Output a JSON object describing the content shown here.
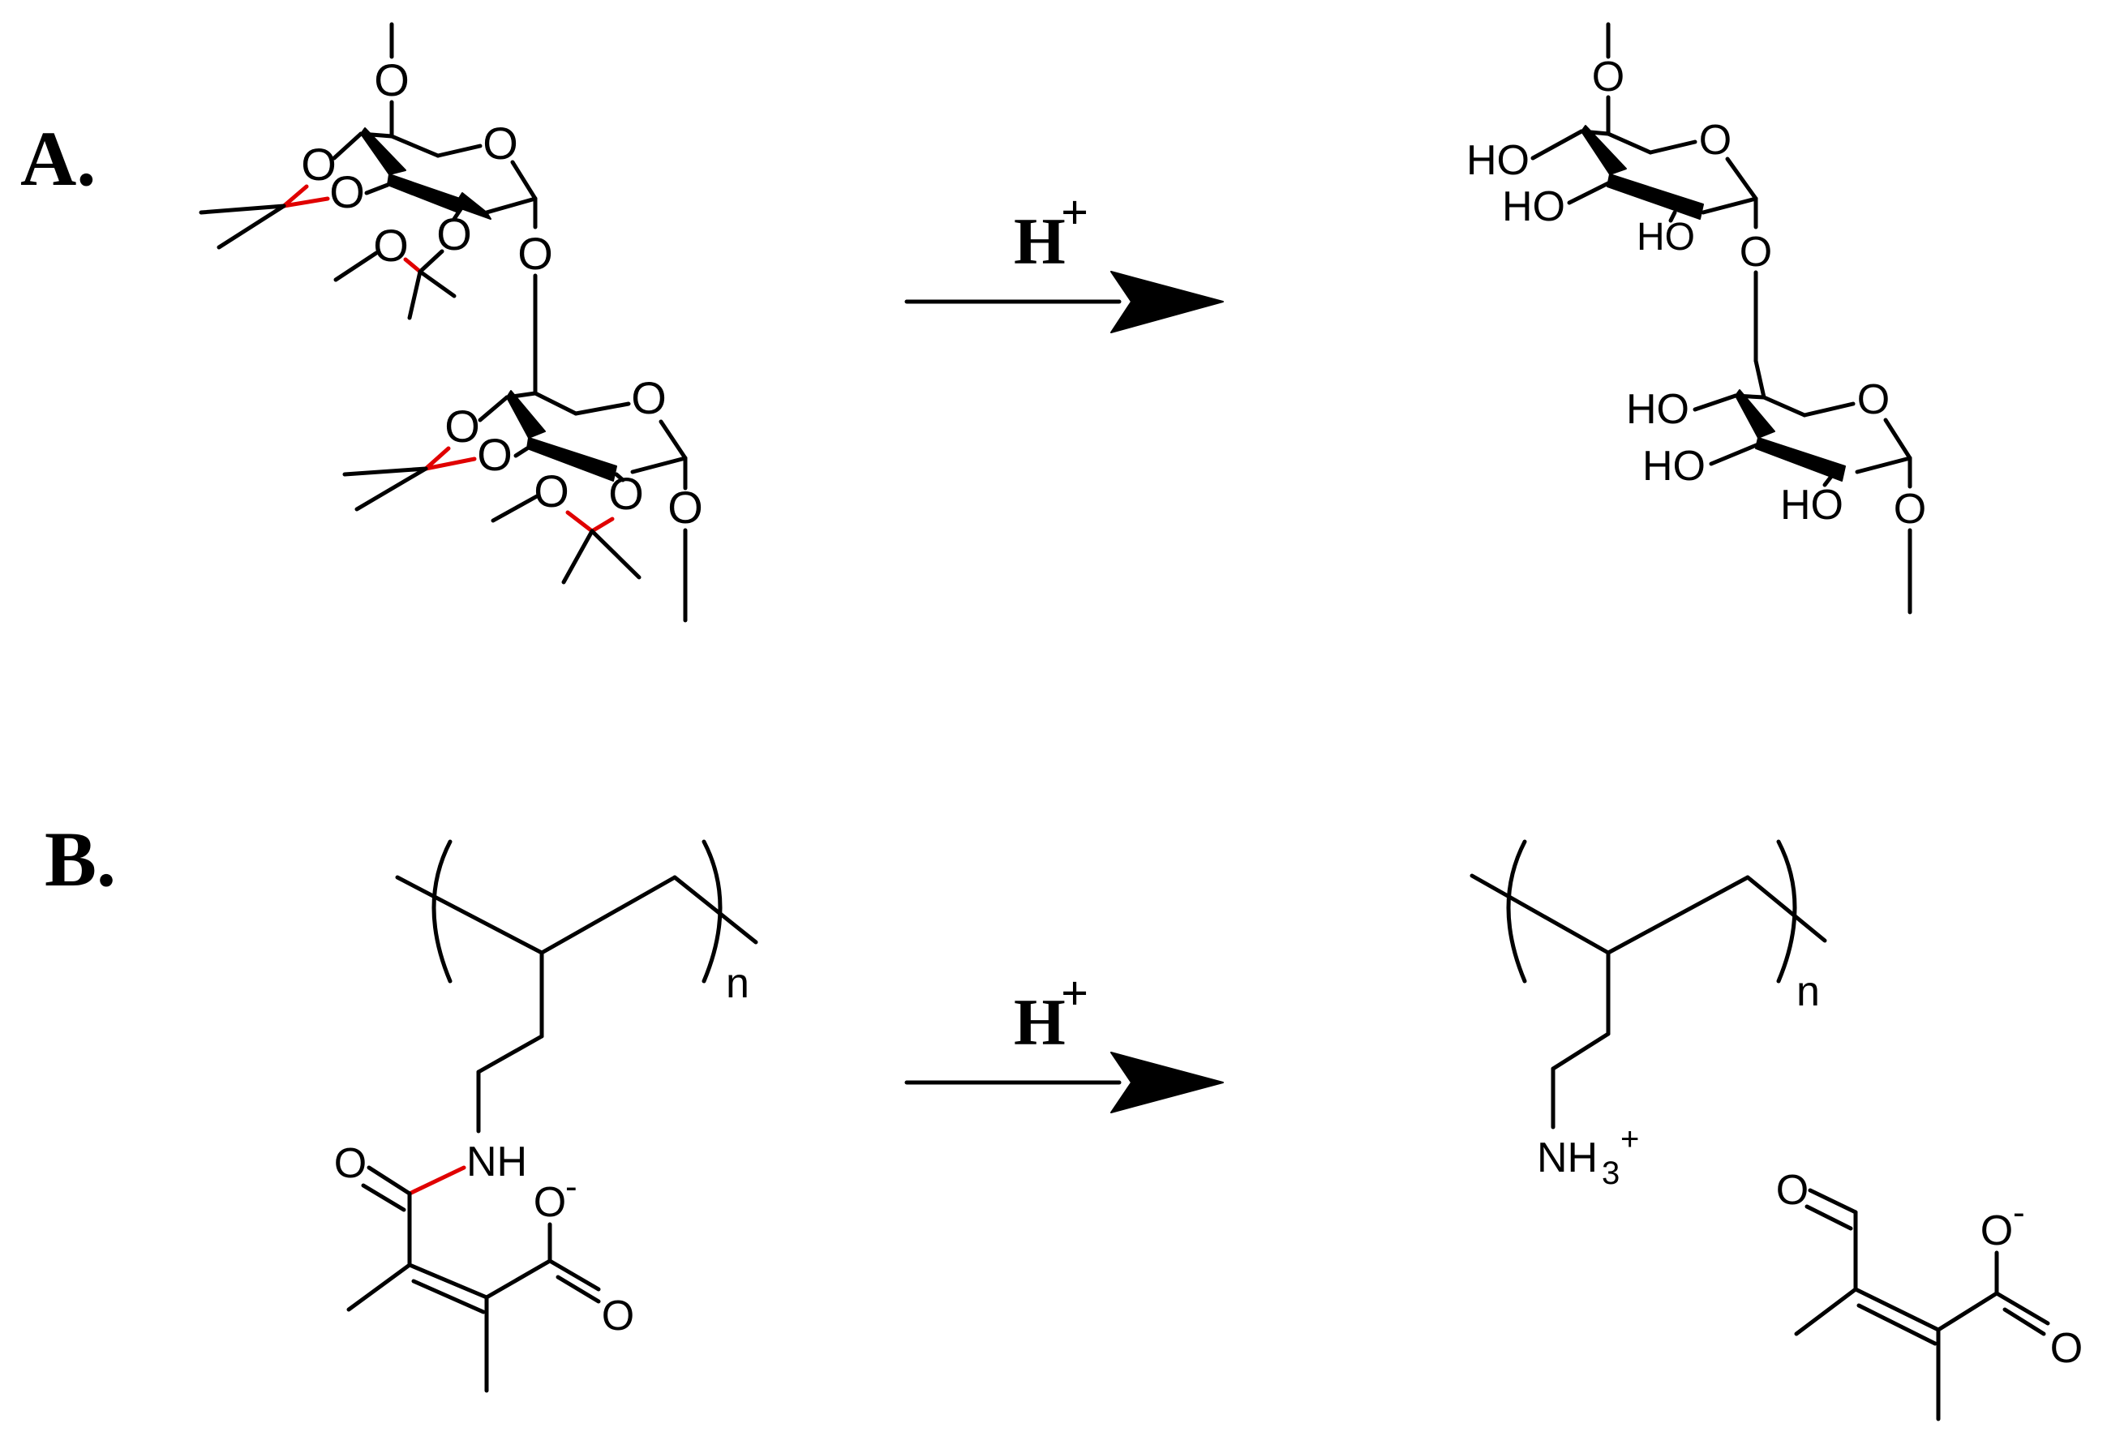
{
  "panels": {
    "a": "A.",
    "b": "B."
  },
  "reagent": {
    "acid": "H",
    "acid_charge": "+"
  },
  "atoms": {
    "o": "O",
    "oh": "HO",
    "nh": "NH",
    "nh3": "NH",
    "nh3_sub": "3",
    "nh3_charge": "+",
    "neg": "-",
    "n": "n"
  },
  "colors": {
    "cleaved_bond": "#e00000",
    "ink": "#000000"
  }
}
